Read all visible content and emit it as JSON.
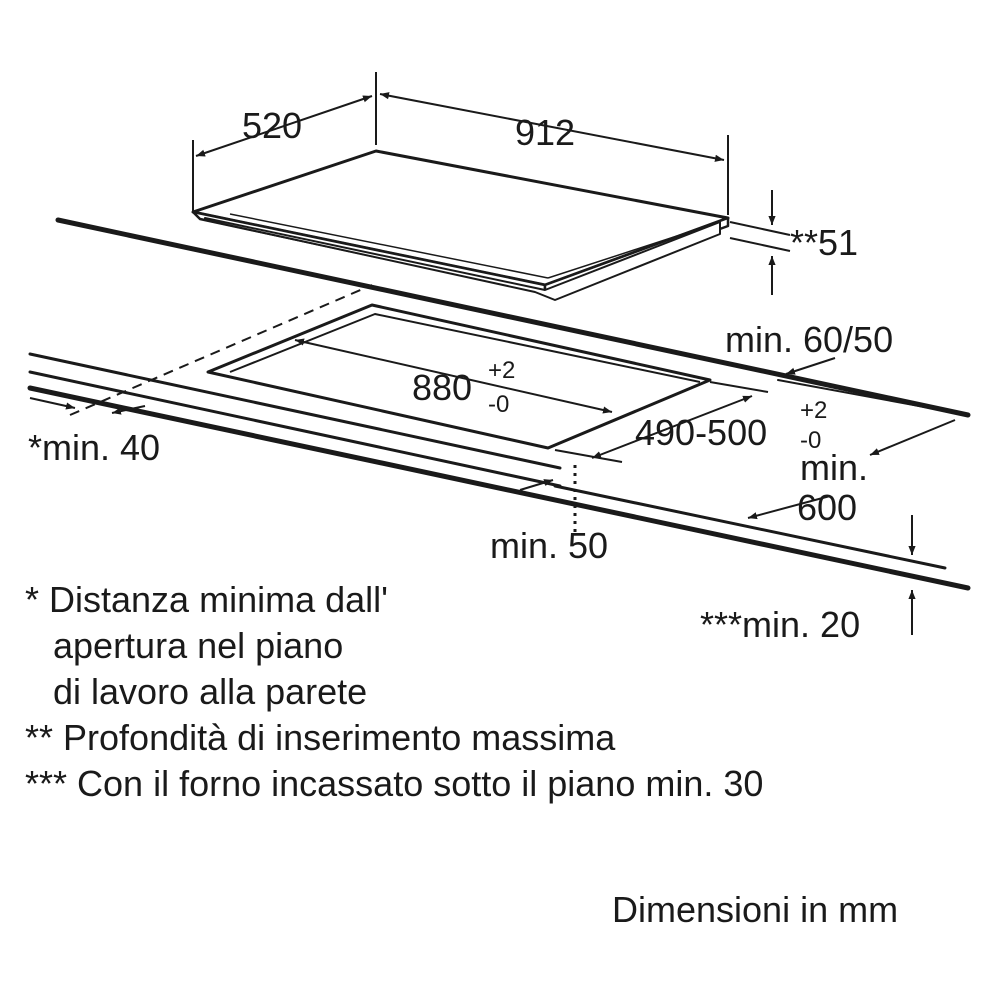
{
  "dimensions": {
    "depth": "520",
    "width": "912",
    "insertion_depth": "**51",
    "min_60_50": "min. 60/50",
    "cutout_width": "880",
    "cutout_width_tol_plus": "+2",
    "cutout_width_tol_minus": "-0",
    "cutout_depth": "490-500",
    "cutout_depth_tol_plus": "+2",
    "cutout_depth_tol_minus": "-0",
    "min_40": "*min. 40",
    "min_600_a": "min.",
    "min_600_b": "600",
    "min_50": "min. 50",
    "min_20": "***min. 20"
  },
  "notes": {
    "note1_line1": "* Distanza minima dall'",
    "note1_line2": "apertura nel piano",
    "note1_line3": "di lavoro alla parete",
    "note2": "** Profondità di inserimento massima",
    "note3": "*** Con il forno incassato sotto il piano min. 30"
  },
  "units_label": "Dimensioni in mm"
}
